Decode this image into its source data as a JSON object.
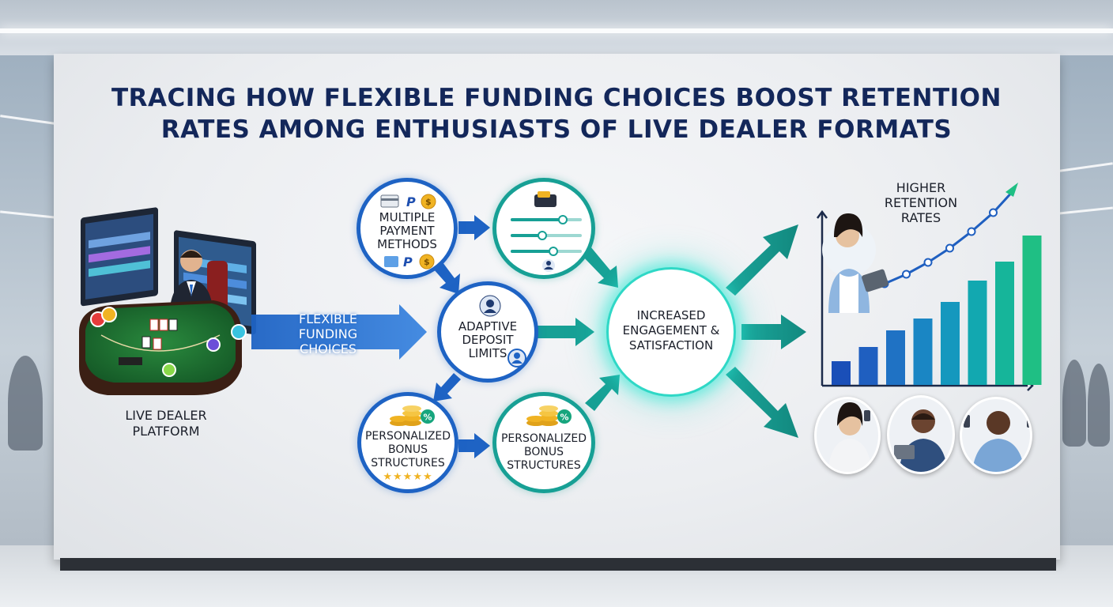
{
  "title": {
    "line1": "TRACING HOW FLEXIBLE FUNDING CHOICES BOOST RETENTION",
    "line2": "RATES AMONG ENTHUSIASTS OF LIVE DEALER FORMATS"
  },
  "platform": {
    "line1": "LIVE DEALER",
    "line2": "PLATFORM"
  },
  "flex": {
    "line1": "FLEXIBLE",
    "line2": "FUNDING",
    "line3": "CHOICES"
  },
  "nodes": {
    "payment": {
      "line1": "MULTIPLE",
      "line2": "PAYMENT",
      "line3": "METHODS"
    },
    "deposit": {
      "line1": "ADAPTIVE",
      "line2": "DEPOSIT",
      "line3": "LIMITS"
    },
    "bonus_left": {
      "line1": "PERSONALIZED",
      "line2": "BONUS",
      "line3": "STRUCTURES",
      "stars": "★★★★★"
    },
    "bonus_right": {
      "line1": "PERSONALIZED",
      "line2": "BONUS",
      "line3": "STRUCTURES"
    },
    "engagement": {
      "line1": "INCREASED",
      "line2": "ENGAGEMENT &",
      "line3": "SATISFACTION"
    }
  },
  "retention": {
    "line1": "HIGHER",
    "line2": "RETENTION",
    "line3": "RATES"
  },
  "chart_data": {
    "type": "bar",
    "values": [
      1.0,
      1.6,
      2.3,
      2.8,
      3.5,
      4.4,
      5.2,
      6.3
    ],
    "trend": [
      2.0,
      2.3,
      2.6,
      3.0,
      3.5,
      4.1,
      4.8,
      5.6,
      6.6
    ],
    "ylim": [
      0,
      7
    ],
    "colors": [
      "#1a4fb8",
      "#1f5fc0",
      "#1f72c4",
      "#1a86c4",
      "#1598be",
      "#12a8b0",
      "#16b59a",
      "#1fbf84"
    ],
    "trend_color": "#1f5fc0",
    "trend_end_color": "#1fbf84"
  },
  "colors": {
    "blue": "#1e63c4",
    "teal": "#17a095",
    "title": "#13275a",
    "glow": "#2fd8c6",
    "gold": "#f0b323"
  },
  "icons": [
    "dealer-monitor-icon",
    "card-icon",
    "paypal-icon",
    "coin-icon",
    "wallet-icon",
    "slider-icon",
    "user-icon",
    "coin-stack-icon",
    "percent-icon",
    "star-icon"
  ]
}
